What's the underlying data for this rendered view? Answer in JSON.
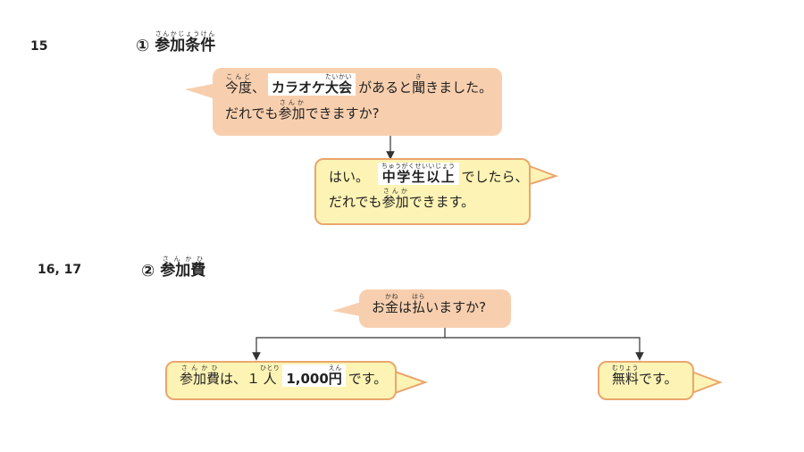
{
  "sections": [
    {
      "number": "15",
      "circle": "①",
      "title": {
        "base": "参加条件",
        "ruby": "さんかじょうけん"
      },
      "question": {
        "line1": {
          "pre_base": "今度",
          "pre_ruby": "こんど",
          "pre_tail": "、",
          "hl_a": "カラオケ",
          "hl_b_base": "大会",
          "hl_b_ruby": "たいかい",
          "mid": "があると",
          "verb_base": "聞",
          "verb_ruby": "き",
          "tail": "きました。"
        },
        "line2": {
          "pre": "だれでも",
          "base": "参加",
          "ruby": "さんか",
          "tail": "できますか?"
        }
      },
      "answer": {
        "line1": {
          "pre": "はい。",
          "hl_base": "中学生以上",
          "hl_ruby": "ちゅうがくせいいじょう",
          "tail": "でしたら、"
        },
        "line2": {
          "pre": "だれでも",
          "base": "参加",
          "ruby": "さんか",
          "tail": "できます。"
        }
      }
    },
    {
      "number": "16, 17",
      "circle": "②",
      "title": {
        "base": "参加費",
        "ruby": "さんかひ"
      },
      "question": {
        "k1": "金",
        "k1_ruby": "かね",
        "pre": "お",
        "mid": "は",
        "k2": "払",
        "k2_ruby": "はら",
        "tail": "いますか?"
      },
      "answer_left": {
        "base": "参加費",
        "ruby": "さんかひ",
        "mid": "は、１",
        "k2": "人",
        "k2_ruby": "ひとり",
        "hl_num": "1,000",
        "hl_k": "円",
        "hl_ruby": "えん",
        "tail": "です。"
      },
      "answer_right": {
        "base": "無料",
        "ruby": "むりょう",
        "tail": "です。"
      }
    }
  ],
  "colors": {
    "question_fill": "#f8cfae",
    "answer_fill": "#fdf3b4",
    "answer_border": "#e9a66d",
    "arrow": "#333333"
  }
}
